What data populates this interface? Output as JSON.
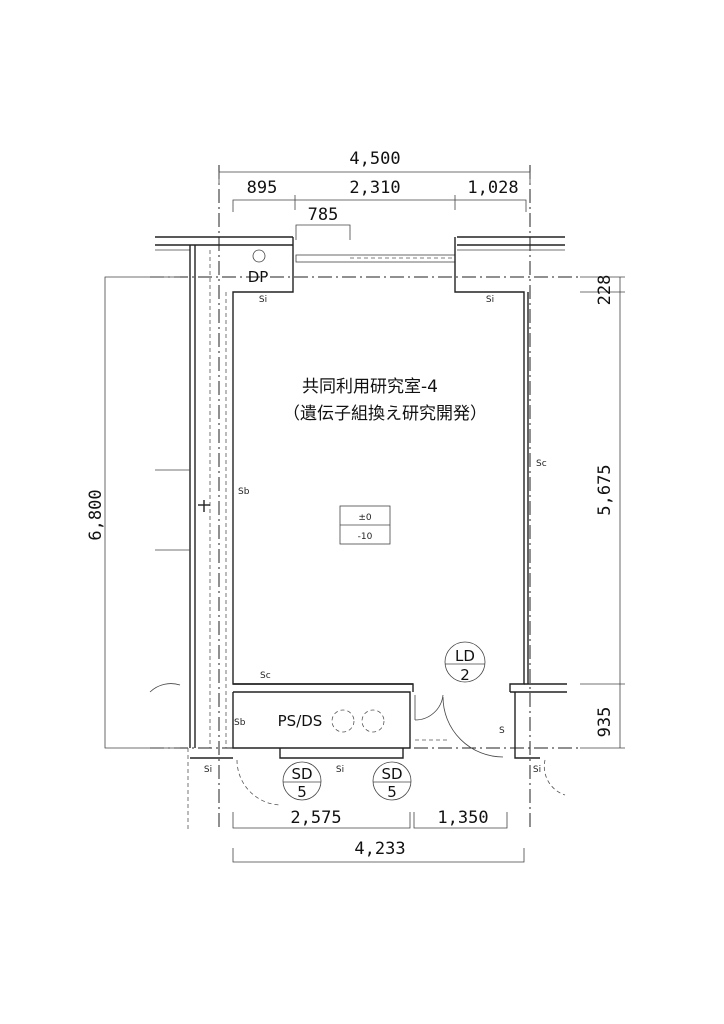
{
  "room": {
    "name": "共同利用研究室-4",
    "purpose": "（遺伝子組換え研究開発）"
  },
  "level": {
    "top": "±0",
    "bottom": "-10"
  },
  "dimensions": {
    "overall_width": "4,500",
    "top_segments": [
      "895",
      "2,310",
      "1,028"
    ],
    "window": "785",
    "left_height": "6,800",
    "right_segments": [
      "228",
      "5,675",
      "935"
    ],
    "bottom_segments": [
      "2,575",
      "1,350"
    ],
    "bottom_overall": "4,233"
  },
  "labels": {
    "dp": "DP",
    "ps_ds": "PS/DS",
    "si": "Si",
    "sb": "Sb",
    "sc": "Sc",
    "s": "S"
  },
  "markers": {
    "ld": {
      "top": "LD",
      "bottom": "2"
    },
    "sd": {
      "top": "SD",
      "bottom": "5"
    }
  }
}
